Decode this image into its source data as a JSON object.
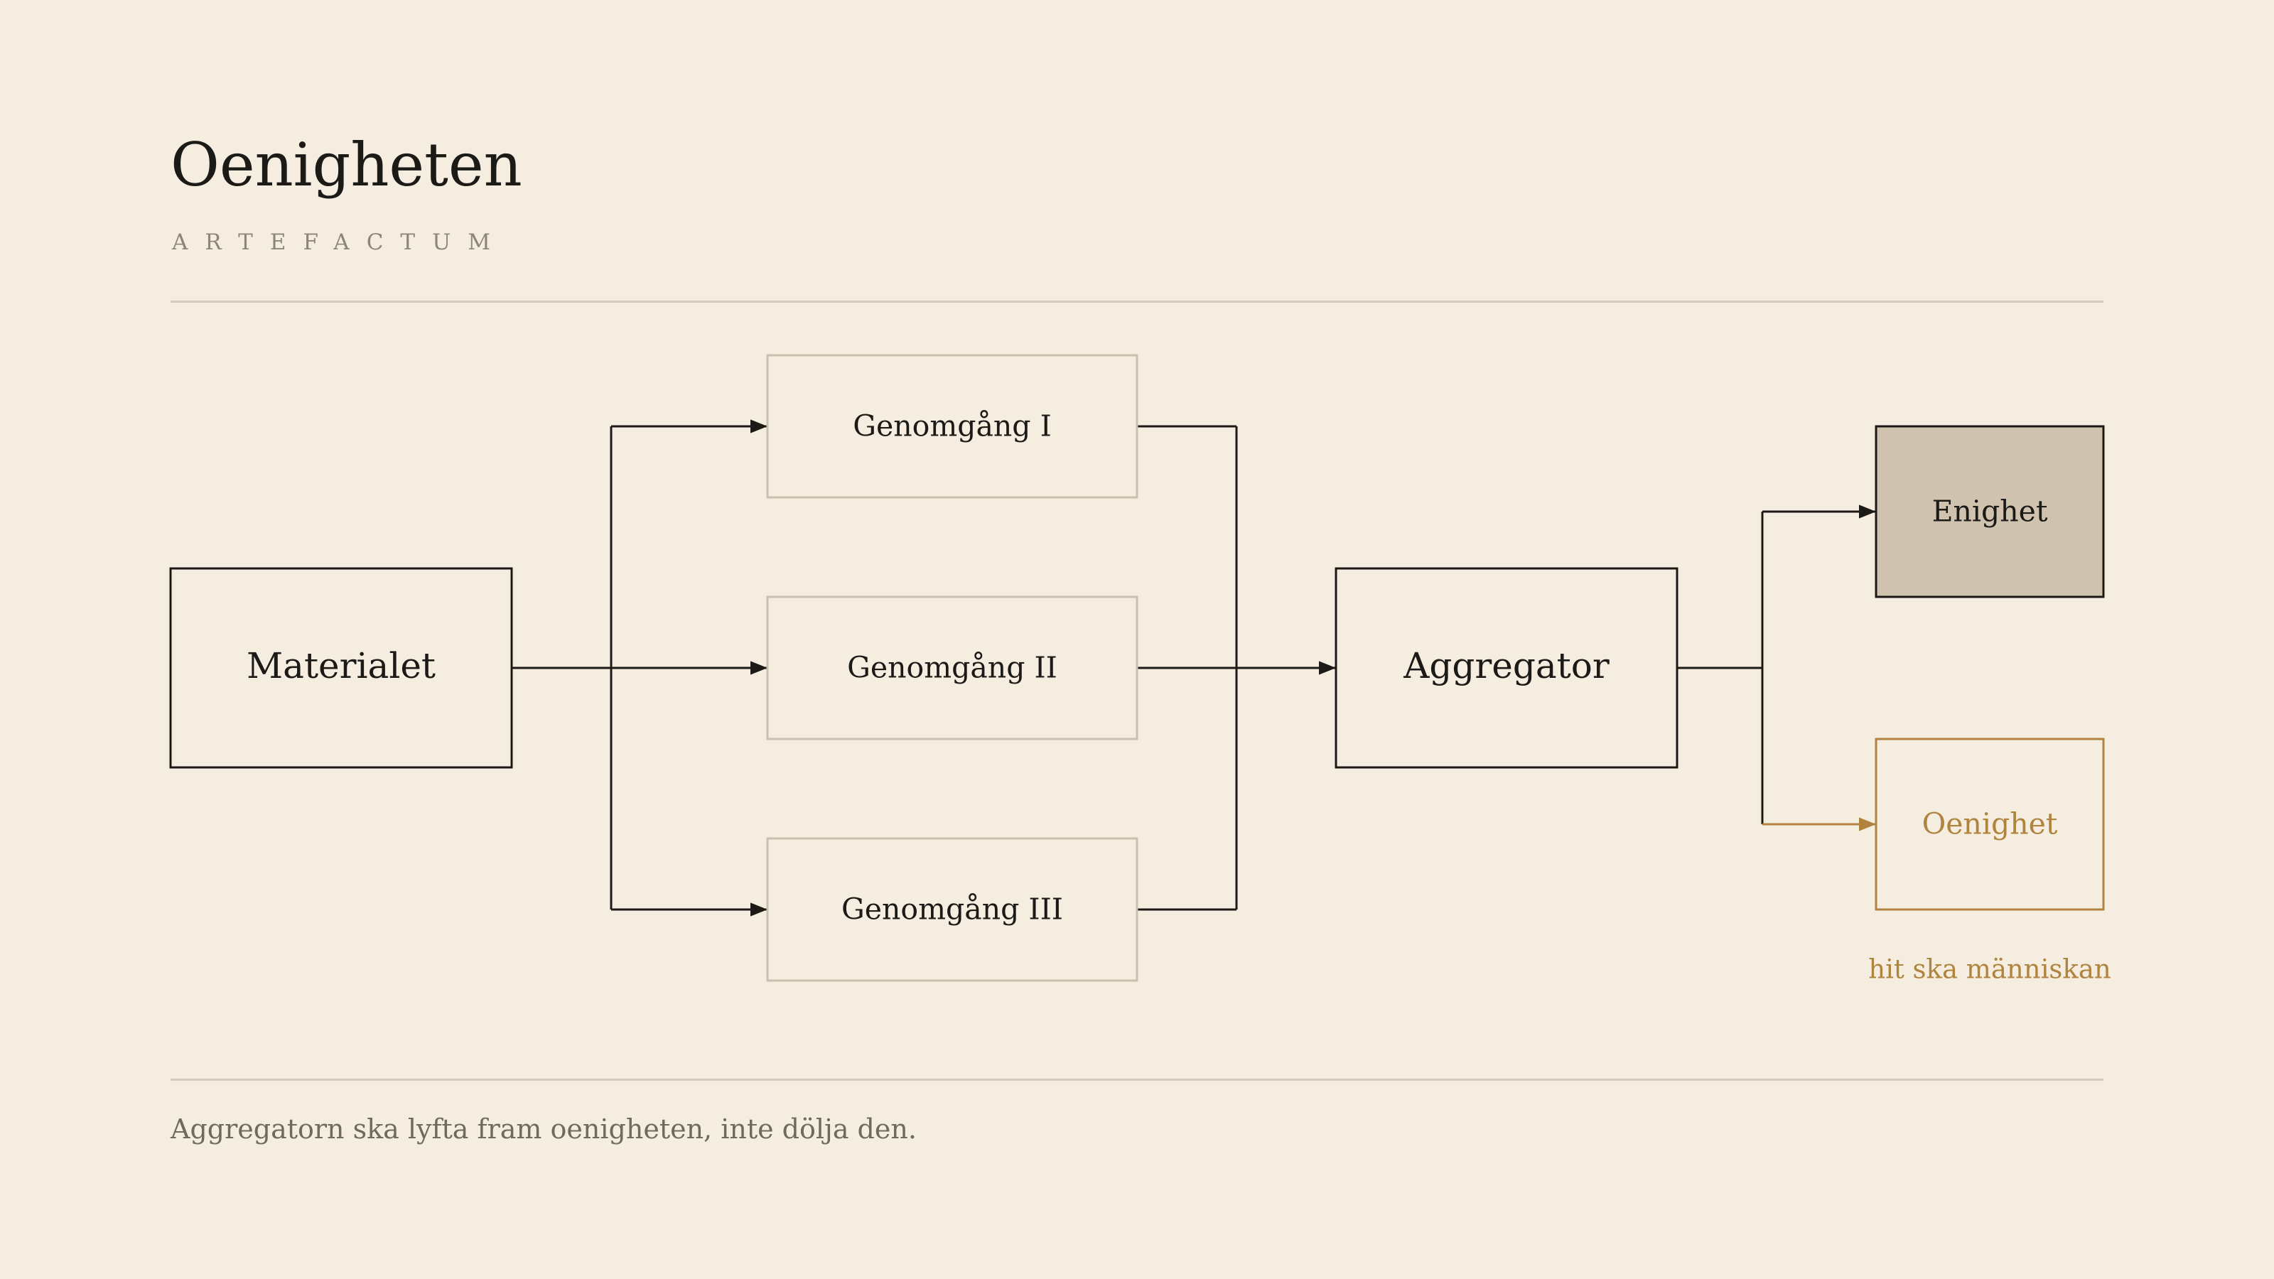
{
  "header": {
    "title": "Oenigheten",
    "subtitle": "ARTEFACTUM"
  },
  "diagram": {
    "nodes": {
      "source": "Materialet",
      "pass_1": "Genomgång I",
      "pass_2": "Genomgång II",
      "pass_3": "Genomgång III",
      "aggregator": "Aggregator",
      "agreement": "Enighet",
      "disagreement": "Oenighet"
    },
    "annotation": "hit ska människan"
  },
  "footer": {
    "caption": "Aggregatorn ska lyfta fram oenigheten, inte dölja den."
  },
  "colors": {
    "background": "#f5eddf",
    "ink": "#1b1a17",
    "accent": "#b0843e",
    "muted_border": "#cbbfae",
    "agreement_fill": "#cfc2ae"
  }
}
